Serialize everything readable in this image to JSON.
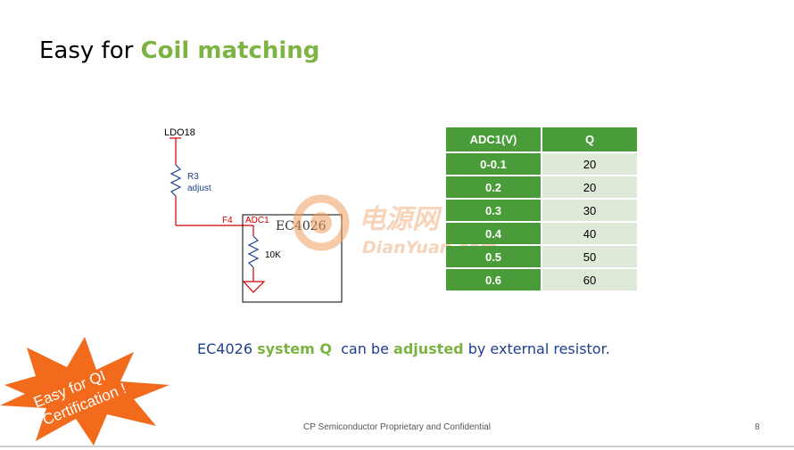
{
  "title": {
    "prefix": "Easy for ",
    "highlight": "Coil matching"
  },
  "schematic": {
    "ldo": "LDO18",
    "r3": "R3",
    "r3_sub": "adjust",
    "pin": "F4",
    "adc": "ADC1",
    "chip": "EC4026",
    "resistor": "10K"
  },
  "watermark": {
    "cn": "电源网",
    "en": "DianYuan.com"
  },
  "table": {
    "headers": [
      "ADC1(V)",
      "Q"
    ],
    "rows": [
      [
        "0-0.1",
        "20"
      ],
      [
        "0.2",
        "20"
      ],
      [
        "0.3",
        "30"
      ],
      [
        "0.4",
        "40"
      ],
      [
        "0.5",
        "50"
      ],
      [
        "0.6",
        "60"
      ]
    ]
  },
  "caption": {
    "p1": "EC4026 ",
    "p2": "system Q",
    "p3": "  can be ",
    "p4": "adjusted",
    "p5": " by external resistor."
  },
  "badge": {
    "line1": "Easy for QI",
    "line2": "Certification !"
  },
  "footer": {
    "text": "CP Semiconductor Proprietary and Confidential",
    "page": "8"
  },
  "colors": {
    "accent_green": "#7cb342",
    "table_green": "#4a9c3a",
    "badge_orange": "#f26a1b",
    "text_blue": "#1f3f8f"
  }
}
